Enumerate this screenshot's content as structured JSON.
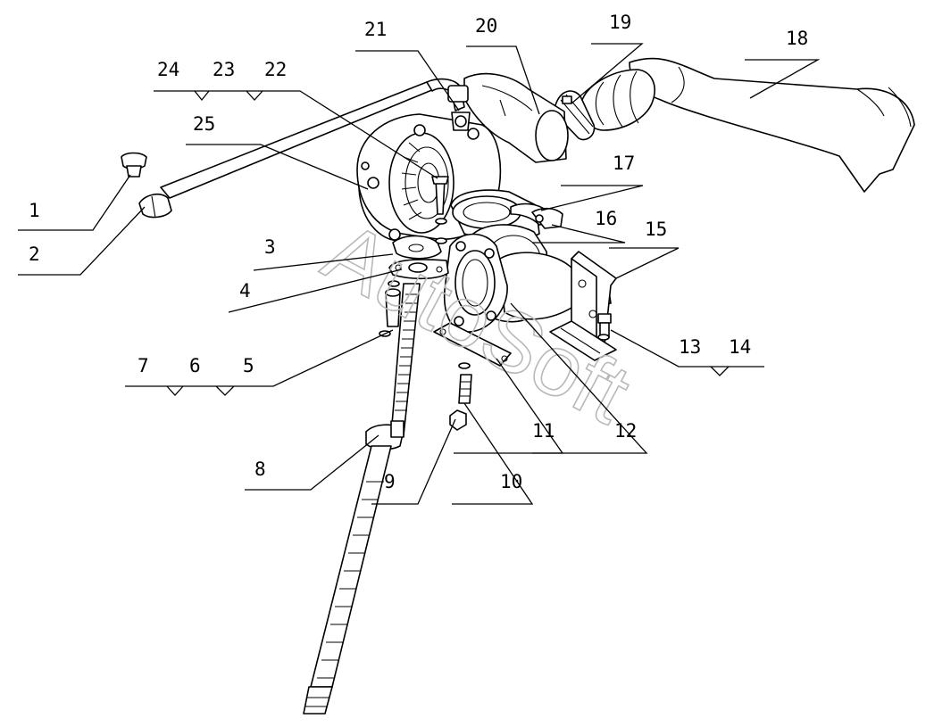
{
  "diagram": {
    "watermark": "AutoSoft",
    "callouts": [
      "1",
      "2",
      "3",
      "4",
      "5",
      "6",
      "7",
      "8",
      "9",
      "10",
      "11",
      "12",
      "13",
      "14",
      "15",
      "16",
      "17",
      "18",
      "19",
      "20",
      "21",
      "22",
      "23",
      "24",
      "25"
    ],
    "icons": [
      "turbocharger-drawing",
      "hose-drawing",
      "pipe-drawing",
      "bracket-drawing"
    ],
    "colors": {
      "line": "#000000",
      "background": "#ffffff",
      "watermark": "#b8b8b8"
    }
  }
}
